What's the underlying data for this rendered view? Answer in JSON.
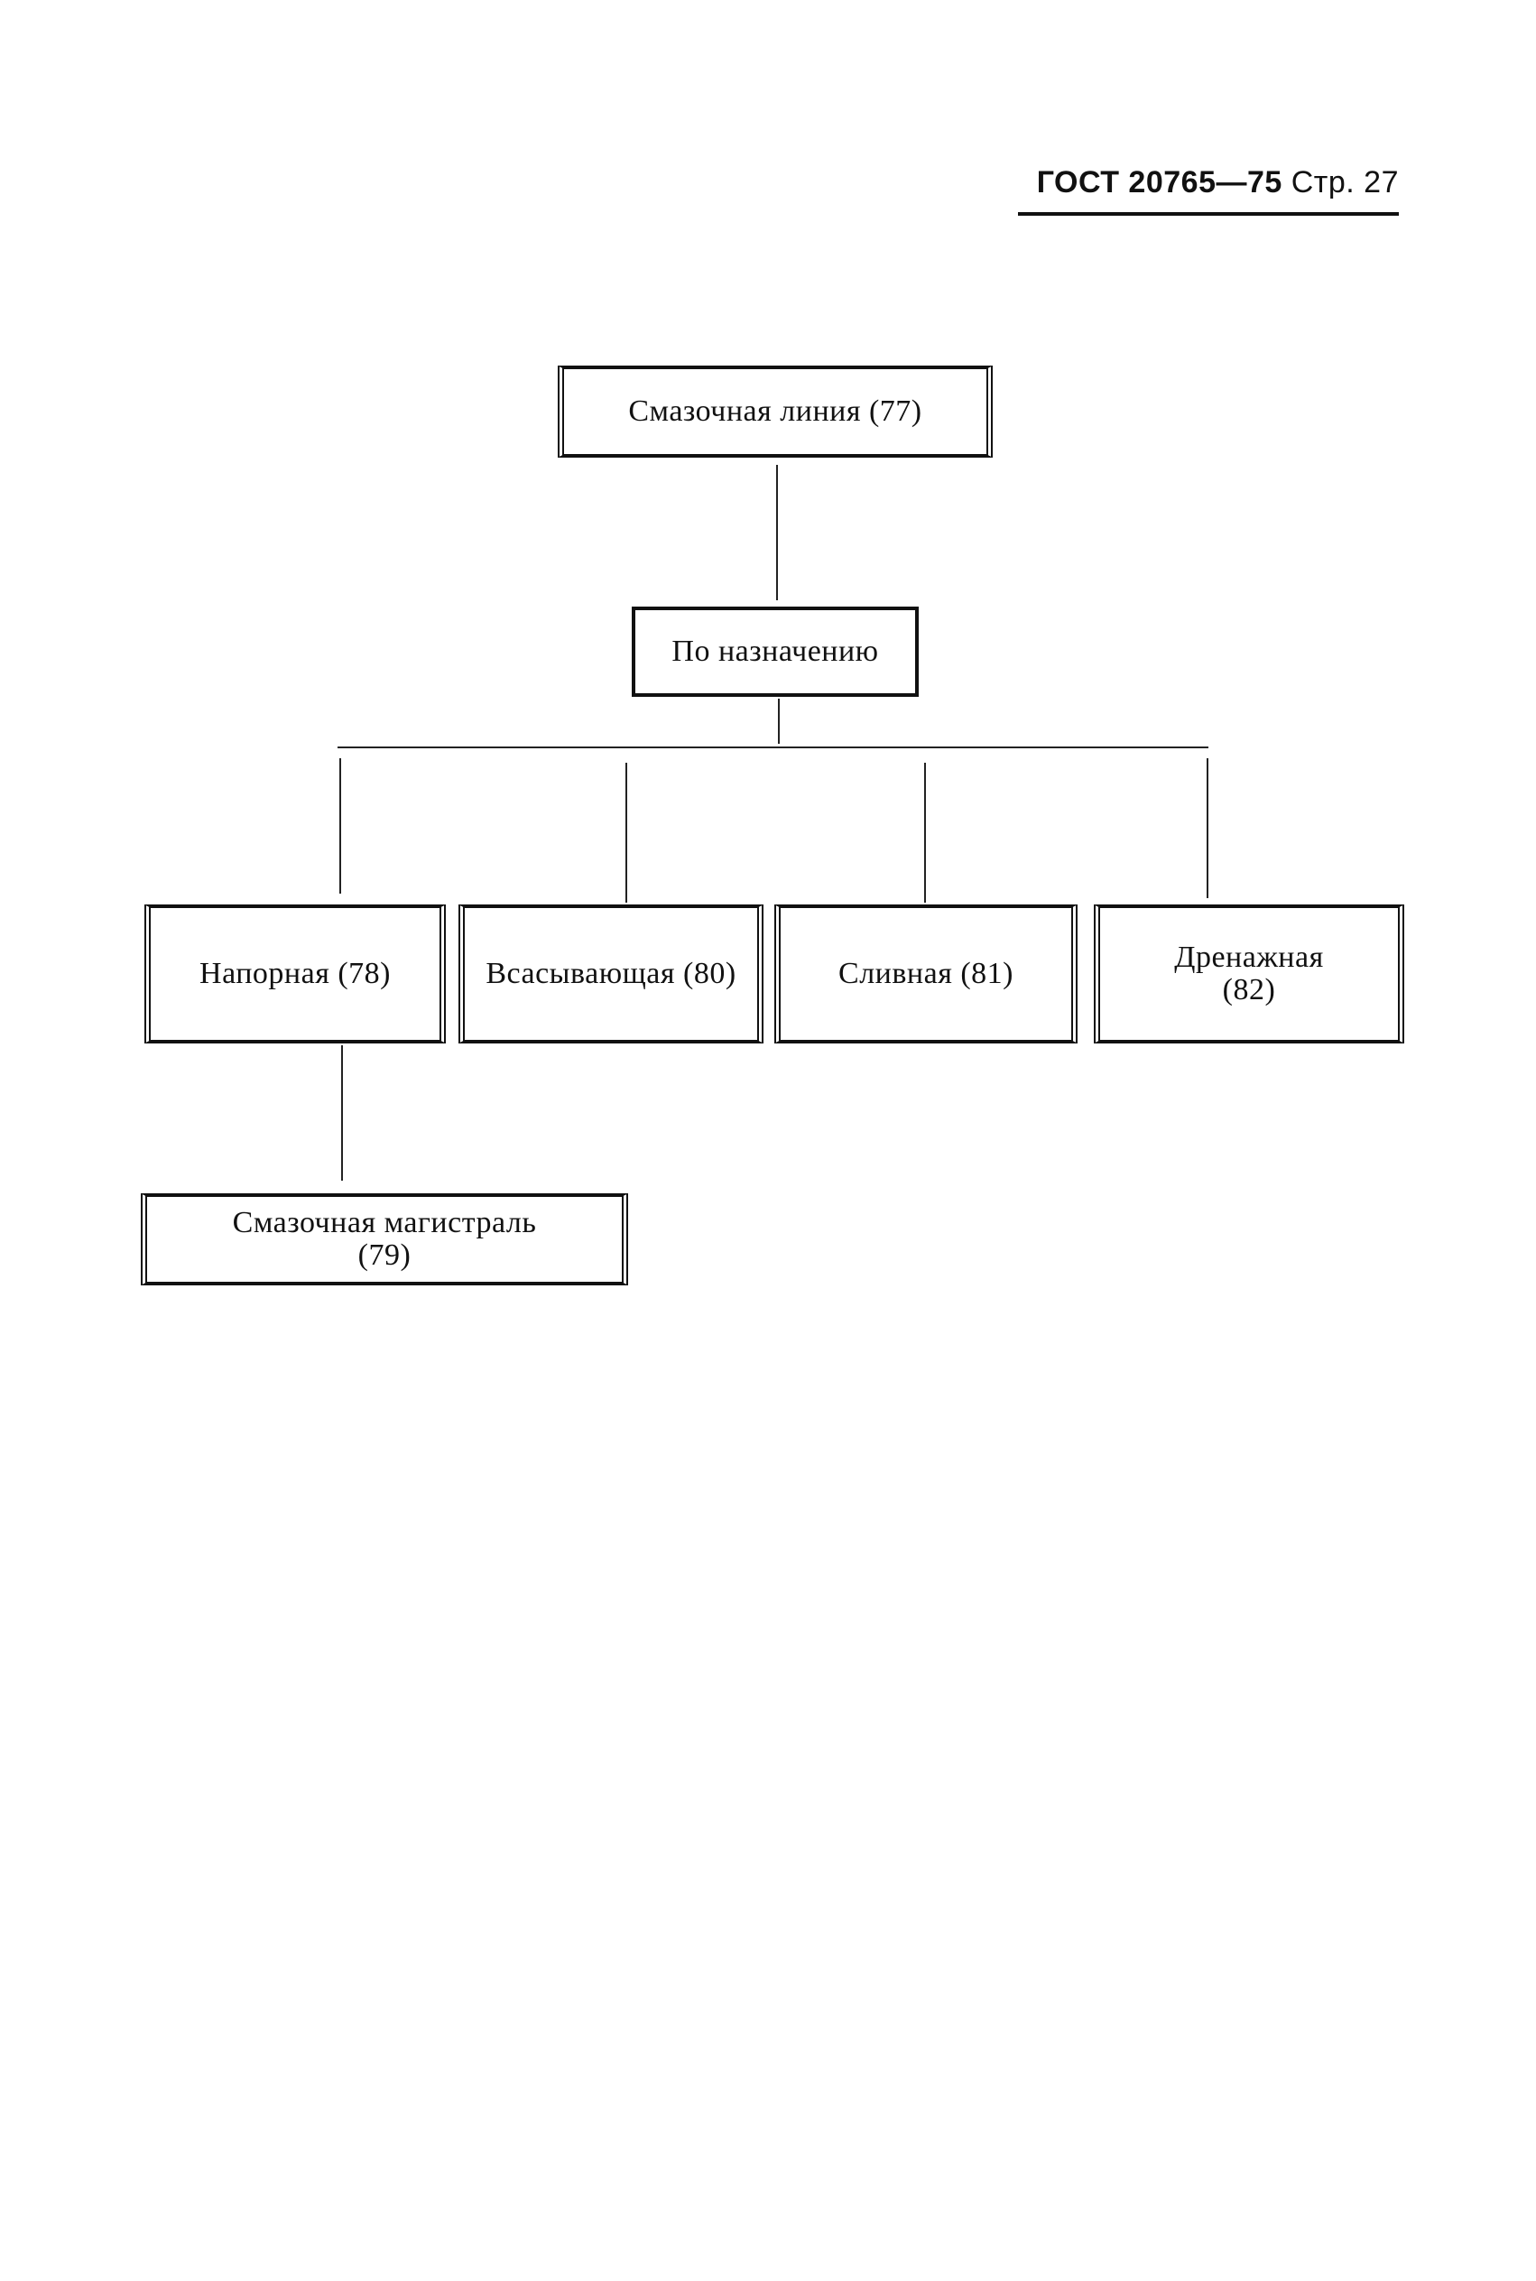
{
  "header": {
    "standard": "ГОСТ 20765—75",
    "page": "Стр. 27"
  },
  "diagram": {
    "root": {
      "label": "Смазочная линия (77)"
    },
    "criterion": {
      "label": "По назначению"
    },
    "children": [
      {
        "label": "Напорная (78)"
      },
      {
        "label": "Всасывающая (80)"
      },
      {
        "label": "Сливная (81)"
      },
      {
        "label": "Дренажная\n(82)"
      }
    ],
    "sub_child": {
      "label": "Смазочная магистраль\n(79)"
    }
  }
}
